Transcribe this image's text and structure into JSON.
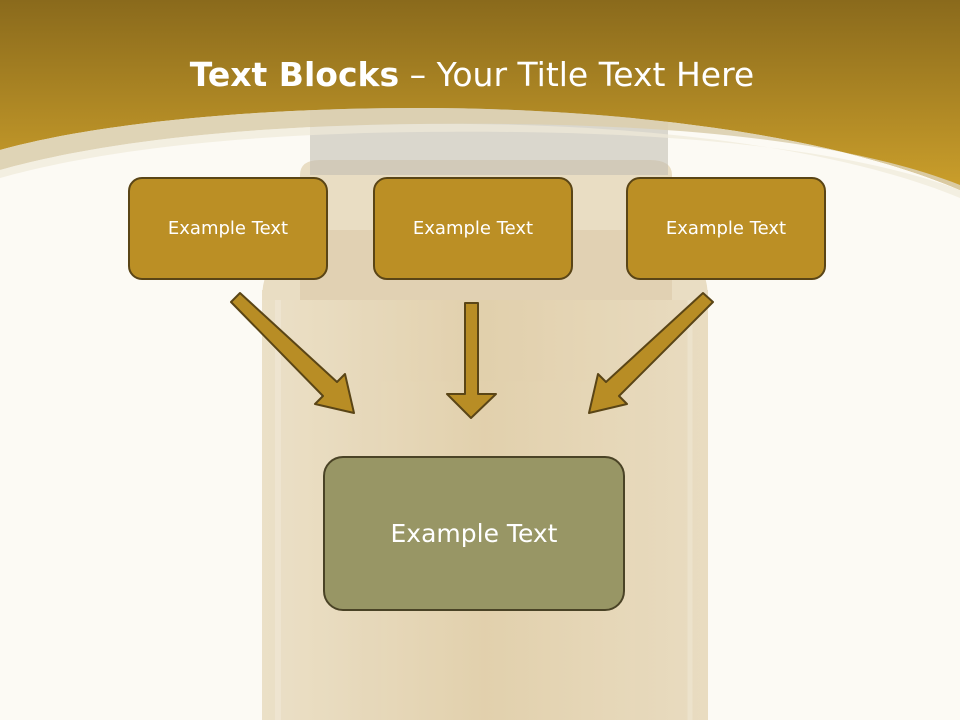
{
  "slide": {
    "title_bold": "Text Blocks",
    "title_dash": " – ",
    "title_rest": "Your Title Text Here"
  },
  "blocks": {
    "top": [
      "Example Text",
      "Example Text",
      "Example Text"
    ],
    "bottom": "Example Text"
  },
  "colors": {
    "header_gold": "#c49a2a",
    "top_box_fill": "#bb8f25",
    "bottom_box_fill": "#989665",
    "arrow_fill": "#b88d25",
    "background": "#fcfaf4"
  }
}
